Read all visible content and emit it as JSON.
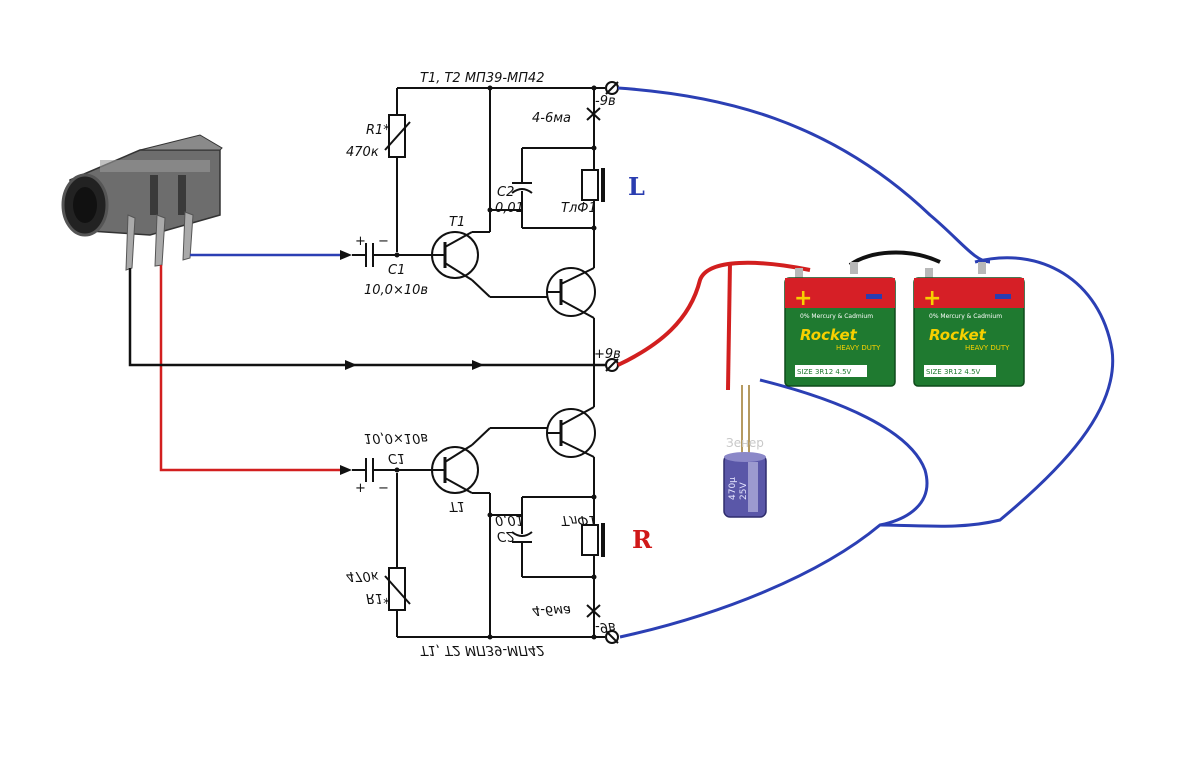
{
  "top": {
    "transistors": "T1, T2  МП39-МП42",
    "r1_name": "R1*",
    "r1_value": "470к",
    "current": "4-6ма",
    "supply_neg": "-9в",
    "c1_name": "C1",
    "c1_value": "10,0×10в",
    "c2_name": "C2",
    "c2_value": "0,01",
    "t1": "T1",
    "phone": "ТлФ1",
    "channel": "L"
  },
  "mid": {
    "supply_pos": "+9в"
  },
  "bottom": {
    "transistors": "T1, T2  МП39-МП42",
    "r1_name": "R1*",
    "r1_value": "470к",
    "current": "4-6ма",
    "supply_neg": "-9в",
    "c1_name": "C1",
    "c1_value": "10,0×10в",
    "c2_name": "C2",
    "c2_value": "0,01",
    "t1": "T1",
    "phone": "ТлФ1",
    "channel": "R"
  },
  "batteries": [
    {
      "brand": "Rocket",
      "tag": "HEAVY DUTY",
      "note": "0% Mercury & Cadmium",
      "size": "SIZE 3R12 4.5V"
    },
    {
      "brand": "Rocket",
      "tag": "HEAVY DUTY",
      "note": "0% Mercury & Cadmium",
      "size": "SIZE 3R12 4.5V"
    }
  ],
  "capacitor": {
    "value": "470μ",
    "voltage": "25V",
    "ghost_text": "Зенер"
  },
  "colors": {
    "left_wire": "#2b3fb4",
    "right_wire": "#d21f1f",
    "channel_L": "#2a3db0",
    "channel_R": "#d01818",
    "battery_green": "#1f7a30",
    "battery_red": "#d61f26"
  }
}
